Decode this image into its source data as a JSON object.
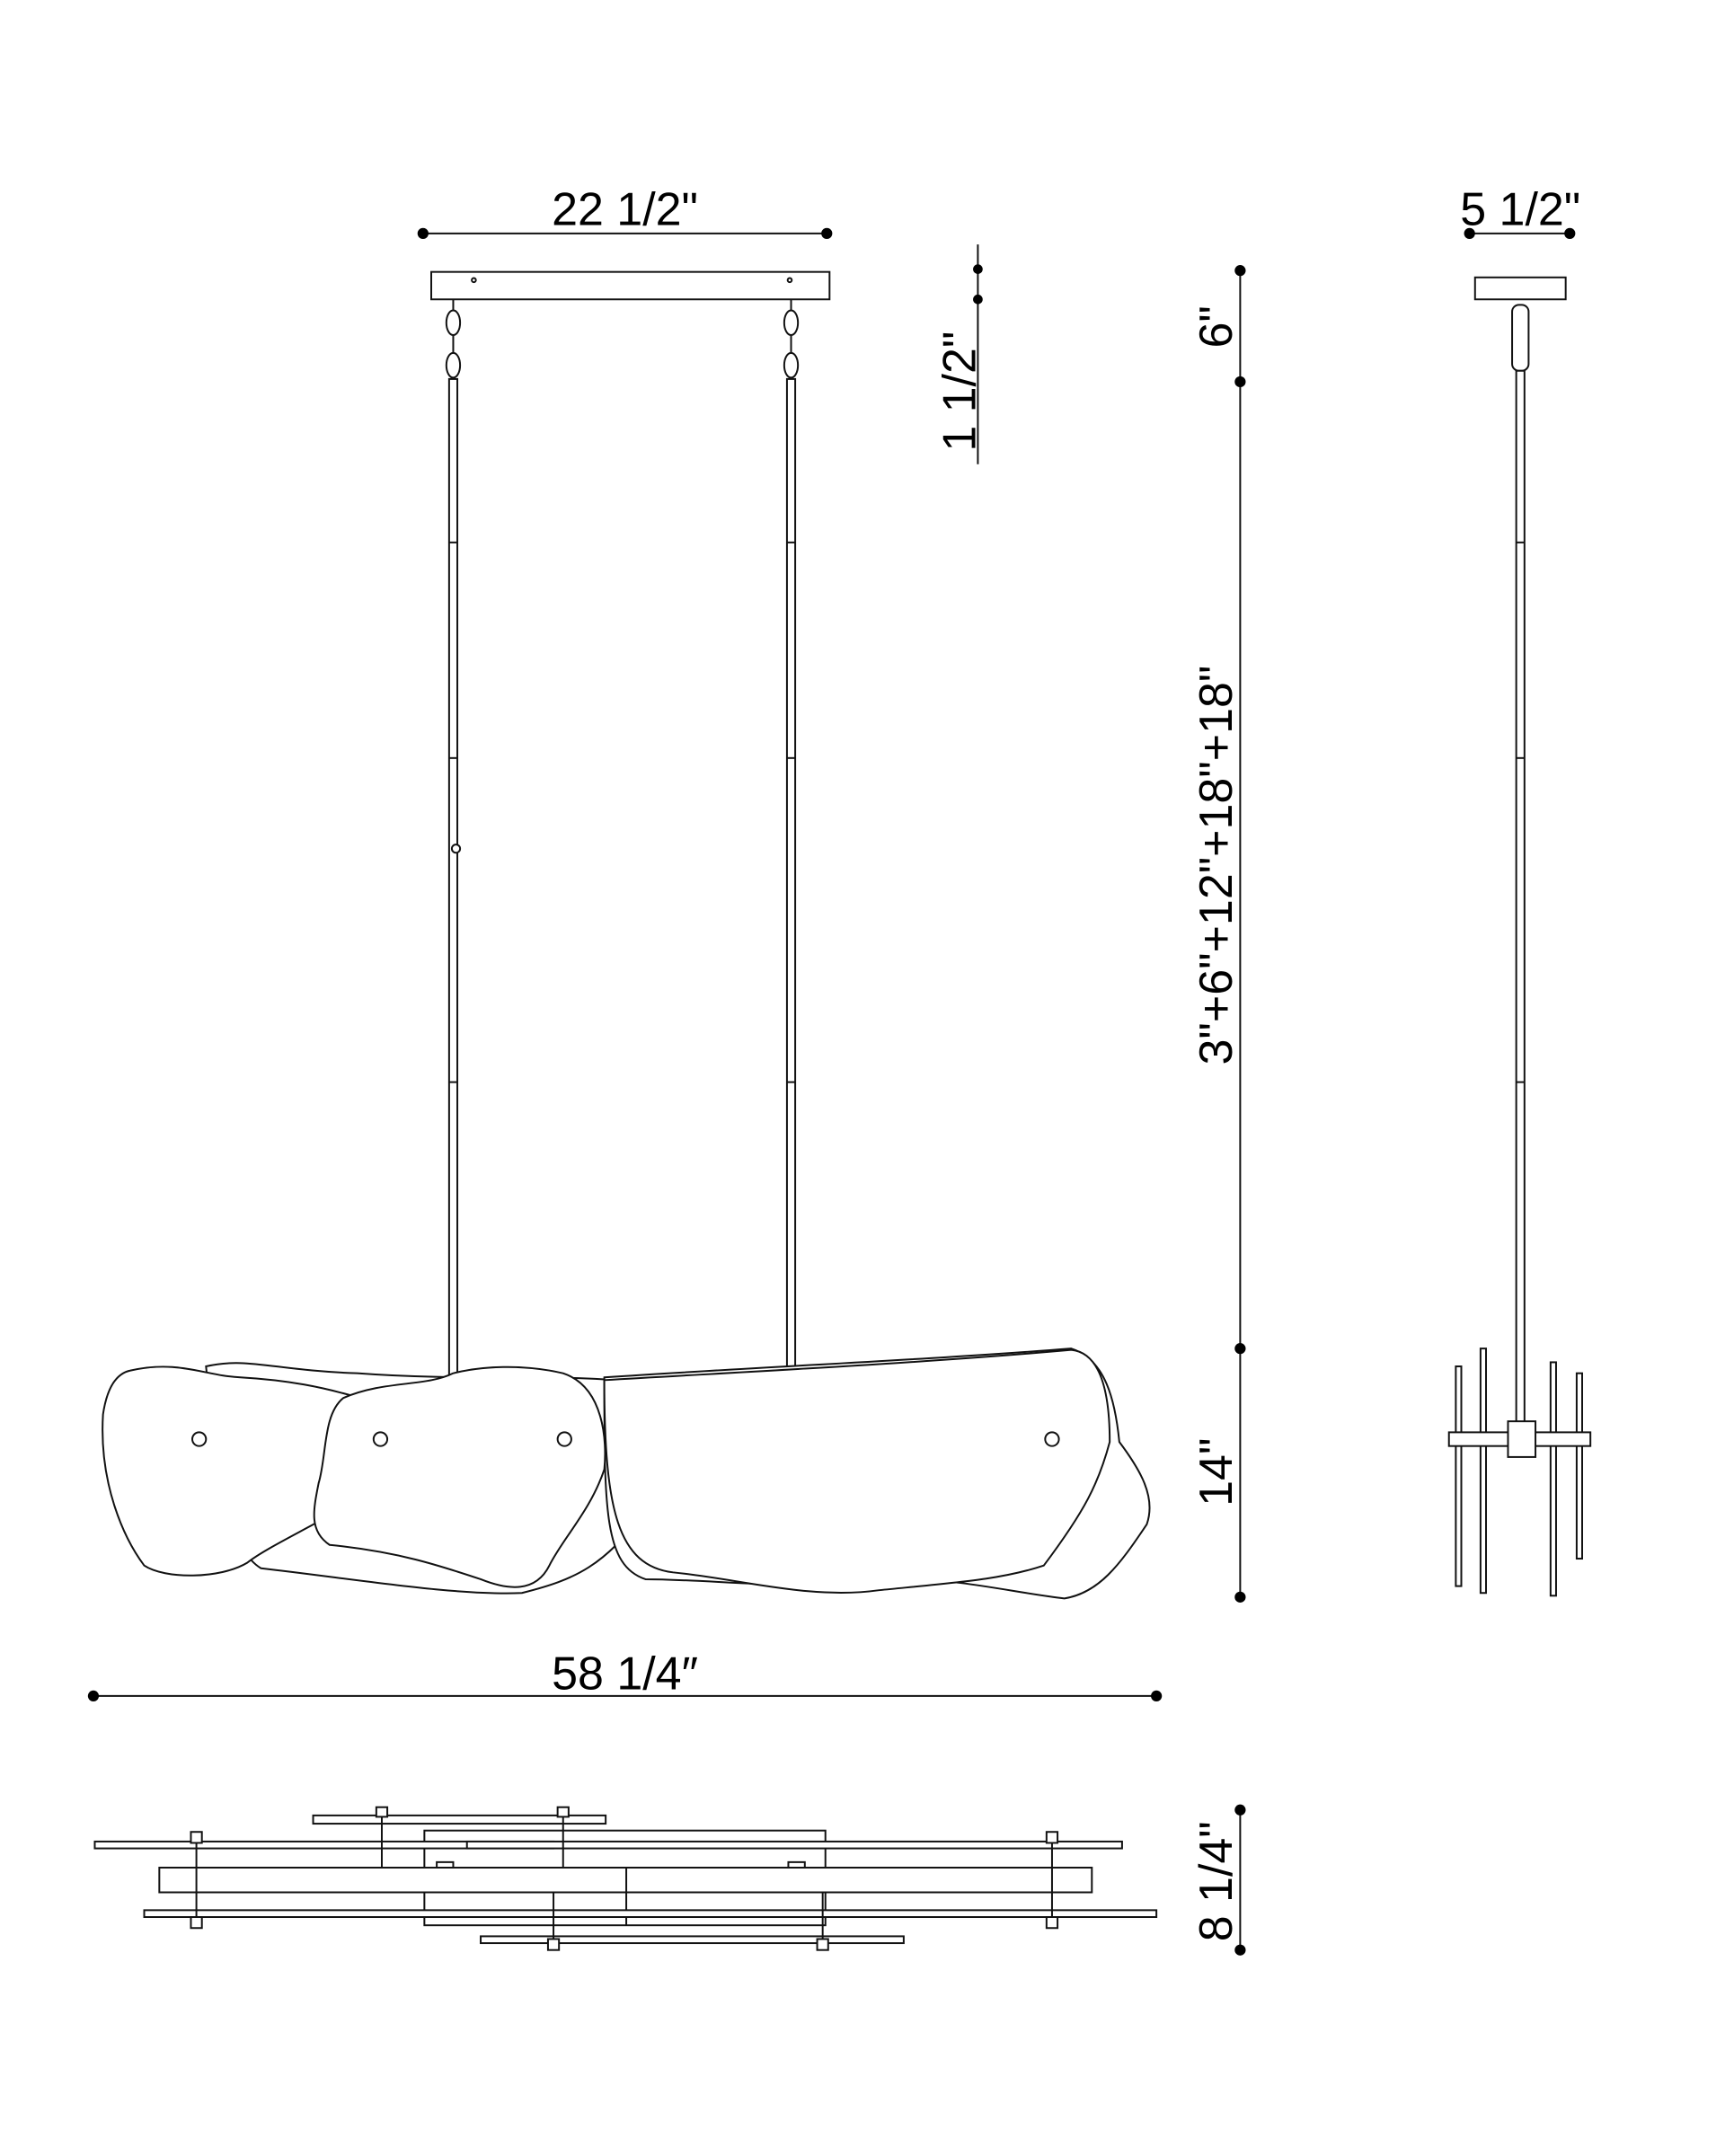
{
  "drawing": {
    "front_view": {
      "canopy_width": "22 1/2\"",
      "canopy_height": "1 1/2\"",
      "top_drop": "6\"",
      "rod_lengths": "3\"+6\"+12\"+18\"+18\"",
      "fixture_height": "14\"",
      "overall_width": "58 1/4″"
    },
    "side_view": {
      "canopy_width": "5 1/2\""
    },
    "top_view": {
      "depth": "8 1/4\""
    }
  },
  "colors": {
    "line": "#111111",
    "background": "#ffffff"
  }
}
